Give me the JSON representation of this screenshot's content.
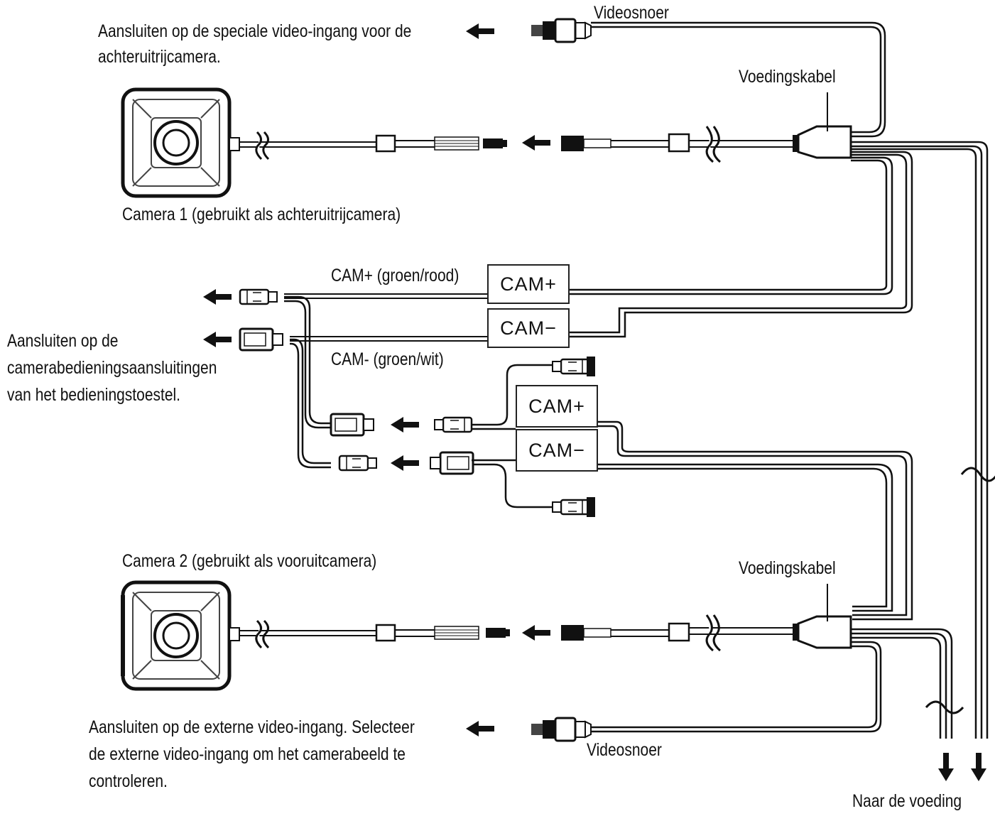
{
  "labels": {
    "videosnoer_top": "Videosnoer",
    "rear_input": [
      "Aansluiten op de speciale video-ingang voor de",
      "achteruitrijcamera."
    ],
    "power_top": "Voedingskabel",
    "camera1": "Camera 1 (gebruikt als achteruitrijcamera)",
    "cam_plus_desc": "CAM+ (groen/rood)",
    "cam_minus_desc": "CAM- (groen/wit)",
    "control_terminals": [
      "Aansluiten op de",
      "camerabedieningsaansluitingen",
      "van het bedieningstoestel."
    ],
    "camera2": "Camera 2 (gebruikt als vooruitcamera)",
    "power_bottom": "Voedingskabel",
    "external_input": [
      "Aansluiten op de externe video-ingang. Selecteer",
      "de externe video-ingang om het camerabeeld te",
      "controleren."
    ],
    "videosnoer_bottom": "Videosnoer",
    "to_power": "Naar de voeding"
  },
  "boxes": {
    "cam_plus_1": "CAM+",
    "cam_minus_1": "CAM−",
    "cam_plus_2": "CAM+",
    "cam_minus_2": "CAM−"
  }
}
